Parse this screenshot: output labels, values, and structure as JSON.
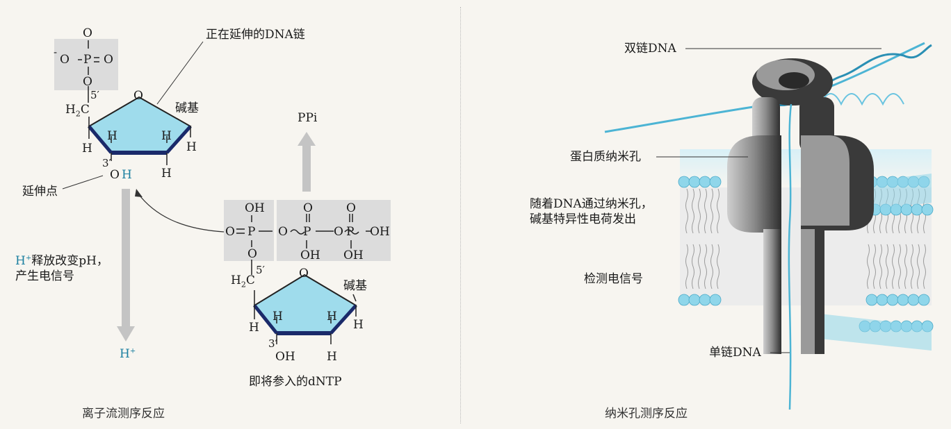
{
  "left_panel": {
    "caption": "离子流测序反应",
    "strand_label": "正在延伸的DNA链",
    "base_label_top": "碱基",
    "extension_point": "延伸点",
    "ppi_label": "PPi",
    "h_plus_release_line1": "释放改变pH，",
    "h_plus_release_line2": "产生电信号",
    "h_plus": "H",
    "h_plus_bottom": "H",
    "plus_sign": "+",
    "base_label_bottom": "碱基",
    "dntp_label": "即将参入的dNTP",
    "chem": {
      "o": "O",
      "o_minus": "O",
      "minus": "-",
      "p": "P",
      "h": "H",
      "c": "C",
      "two": "2",
      "oh": "OH",
      "prime5": "5′",
      "prime3": "3′"
    }
  },
  "right_panel": {
    "caption": "纳米孔测序反应",
    "dsdna_label": "双链DNA",
    "nanopore_label": "蛋白质纳米孔",
    "signal_line1": "随着DNA通过纳米孔，",
    "signal_line2": "碱基特异性电荷发出",
    "detect_label": "检测电信号",
    "ssdna_label": "单链DNA"
  },
  "colors": {
    "sugar_fill": "#9fdcec",
    "phosphate_box": "#dcdcdc",
    "arrow_gray": "#c4c4c4",
    "teal_text": "#1b7fa0",
    "dna_blue": "#4cb4d4",
    "lipid_head": "#8fd6ea",
    "pore_dark": "#3a3a3a",
    "pore_mid": "#9a9a9a"
  }
}
